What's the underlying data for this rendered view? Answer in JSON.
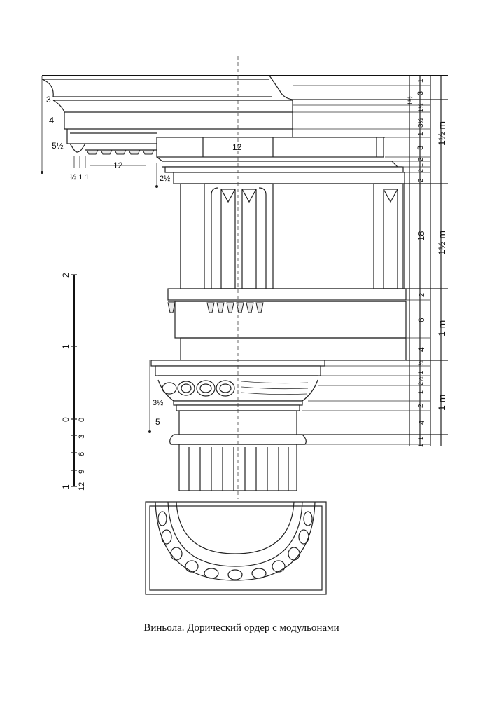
{
  "caption": "Виньола. Дорический ордер с модульонами",
  "left_labels": {
    "cornice_top": "3",
    "cornice_mid": "4",
    "cornice_low": "5½",
    "mutule_sub": "½ 1 1",
    "mutule_width": "12",
    "frieze_fillet": "2½",
    "echinus": "3½",
    "necking": "5"
  },
  "scale_bar": {
    "top": "2",
    "mid": "1",
    "zero": "0",
    "sub": [
      "3",
      "6",
      "9",
      "12"
    ]
  },
  "triglyph_label": "12",
  "right_parts": [
    "1",
    "3",
    "1½",
    "1½",
    "3½",
    "1",
    "3",
    "2",
    "1",
    "2",
    "2",
    "18",
    "2",
    "6",
    "4",
    "½",
    "1",
    "2½",
    "1",
    "2",
    "4",
    "1",
    "1"
  ],
  "right_modules": [
    "1½ m",
    "1½ m",
    "1 m",
    "1 m"
  ]
}
